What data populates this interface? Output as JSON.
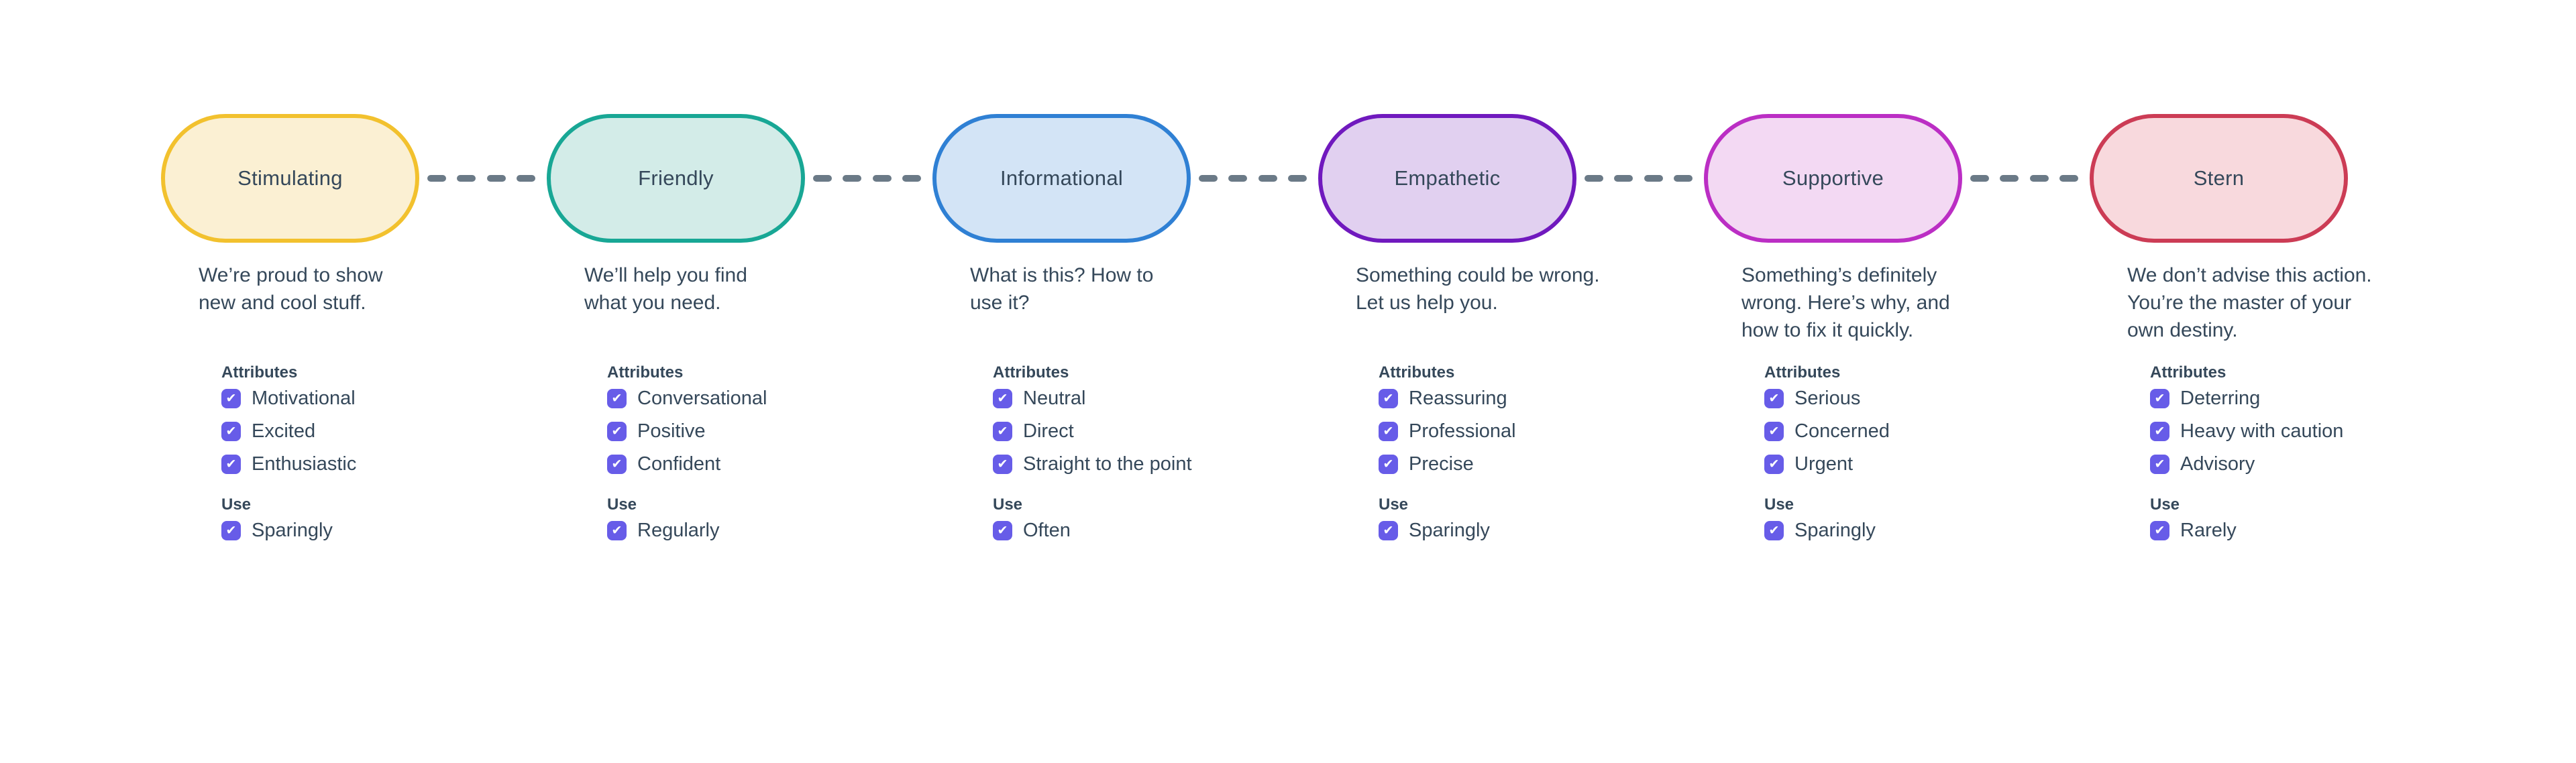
{
  "page": {
    "background_color": "#ffffff"
  },
  "labels": {
    "attributes": "Attributes",
    "use": "Use"
  },
  "styles": {
    "checkbox_color": "#675CE8",
    "dash_color": "#6B7A87",
    "text_color": "#35485A"
  },
  "stages": [
    {
      "name": "Stimulating",
      "fill": "#FBF0D3",
      "border": "#F2C12E",
      "description_lines": [
        "We’re proud to show",
        "new and cool stuff."
      ],
      "attributes": [
        "Motivational",
        "Excited",
        "Enthusiastic"
      ],
      "use": "Sparingly"
    },
    {
      "name": "Friendly",
      "fill": "#D3ECE8",
      "border": "#18A795",
      "description_lines": [
        "We’ll help you find",
        "what you need."
      ],
      "attributes": [
        "Conversational",
        "Positive",
        "Confident"
      ],
      "use": "Regularly"
    },
    {
      "name": "Informational",
      "fill": "#D3E4F6",
      "border": "#2F80D4",
      "description_lines": [
        "What is this? How to",
        "use it?"
      ],
      "attributes": [
        "Neutral",
        "Direct",
        "Straight to the point"
      ],
      "use": "Often"
    },
    {
      "name": "Empathetic",
      "fill": "#E1D0F0",
      "border": "#7019BE",
      "description_lines": [
        "Something could be wrong.",
        "Let us help you."
      ],
      "attributes": [
        "Reassuring",
        "Professional",
        "Precise"
      ],
      "use": "Sparingly"
    },
    {
      "name": "Supportive",
      "fill": "#F3D9F3",
      "border": "#BB2EC4",
      "description_lines": [
        "Something’s definitely",
        "wrong. Here’s why, and",
        "how to fix it quickly."
      ],
      "attributes": [
        "Serious",
        "Concerned",
        "Urgent"
      ],
      "use": "Sparingly"
    },
    {
      "name": "Stern",
      "fill": "#F8D9DD",
      "border": "#CC3C55",
      "description_lines": [
        "We don’t advise this action.",
        "You’re the master of your",
        "own destiny."
      ],
      "attributes": [
        "Deterring",
        "Heavy with caution",
        "Advisory"
      ],
      "use": "Rarely"
    }
  ]
}
